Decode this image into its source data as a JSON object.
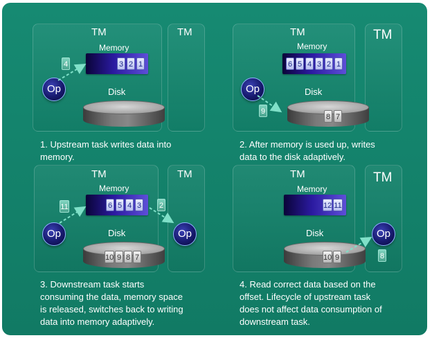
{
  "labels": {
    "tm": "TM",
    "memory": "Memory",
    "disk": "Disk",
    "op": "Op"
  },
  "q1": {
    "incoming": "4",
    "memory_cells": [
      "3",
      "2",
      "1"
    ],
    "disk_cells": [],
    "caption": "1. Upstream task writes data into\nmemory."
  },
  "q2": {
    "incoming": "9",
    "memory_cells": [
      "6",
      "5",
      "4",
      "3",
      "2",
      "1"
    ],
    "disk_cells": [
      "8",
      "7"
    ],
    "caption": "2. After memory is used up, writes\ndata to the disk adaptively."
  },
  "q3": {
    "incoming": "11",
    "memory_cells": [
      "6",
      "5",
      "4",
      "3"
    ],
    "disk_cells": [
      "10",
      "9",
      "8",
      "7"
    ],
    "outgoing": "2",
    "caption": "3. Downstream task starts\nconsuming the data, memory space\nis released, switches back to writing\ndata into memory adaptively."
  },
  "q4": {
    "memory_cells": [
      "12",
      "11"
    ],
    "disk_cells": [
      "10",
      "9"
    ],
    "outgoing": "8",
    "caption": "4. Read correct data based on the\noffset. Lifecycle of upstream task\ndoes not affect data consumption of\ndownstream task."
  },
  "colors": {
    "background": "#168a72",
    "memory_dark": "#0a0438",
    "memory_light": "#5d4fd8",
    "op": "#171a6e"
  }
}
